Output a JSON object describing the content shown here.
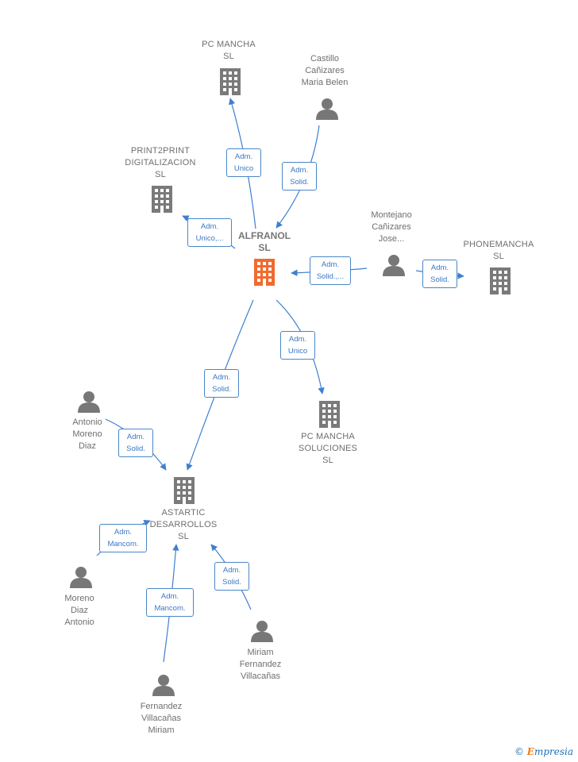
{
  "colors": {
    "edge": "#3f7fcf",
    "company": "#7a7a7a",
    "main_company": "#f26a2e",
    "person": "#777777"
  },
  "nodes": {
    "alfranol": {
      "label": "ALFRANOL\nSL",
      "type": "main-company-icon"
    },
    "pc_mancha": {
      "label": "PC MANCHA\nSL",
      "type": "building-icon"
    },
    "castillo": {
      "label": "Castillo\nCañizares\nMaria Belen",
      "type": "person-icon"
    },
    "print2print": {
      "label": "PRINT2PRINT\nDIGITALIZACION\nSL",
      "type": "building-icon"
    },
    "montejano": {
      "label": "Montejano\nCañizares\nJose...",
      "type": "person-icon"
    },
    "phonemancha": {
      "label": "PHONEMANCHA\nSL",
      "type": "building-icon"
    },
    "pc_mancha_soluciones": {
      "label": "PC MANCHA\nSOLUCIONES\nSL",
      "type": "building-icon"
    },
    "antonio_moreno": {
      "label": "Antonio\nMoreno\nDiaz",
      "type": "person-icon"
    },
    "astartic": {
      "label": "ASTARTIC\nDESARROLLOS\nSL",
      "type": "building-icon"
    },
    "moreno_diaz": {
      "label": "Moreno\nDiaz\nAntonio",
      "type": "person-icon"
    },
    "miriam": {
      "label": "Miriam\nFernandez\nVillacañas",
      "type": "person-icon"
    },
    "fernandez": {
      "label": "Fernandez\nVillacañas\nMiriam",
      "type": "person-icon"
    }
  },
  "edges": {
    "alfranol_pcmancha": "Adm.\nUnico",
    "castillo_alfranol": "Adm.\nSolid.",
    "alfranol_print2print": "Adm.\nUnico,...",
    "montejano_alfranol": "Adm.\nSolid.,...",
    "montejano_phonemancha": "Adm.\nSolid.",
    "alfranol_pcsoluciones": "Adm.\nUnico",
    "alfranol_astartic": "Adm.\nSolid.",
    "antonio_astartic": "Adm.\nSolid.",
    "morenodiaz_astartic": "Adm.\nMancom.",
    "fernandez_astartic": "Adm.\nMancom.",
    "miriam_astartic": "Adm.\nSolid."
  },
  "brand": {
    "copyright": "©",
    "initial": "E",
    "rest": "mpresia"
  }
}
